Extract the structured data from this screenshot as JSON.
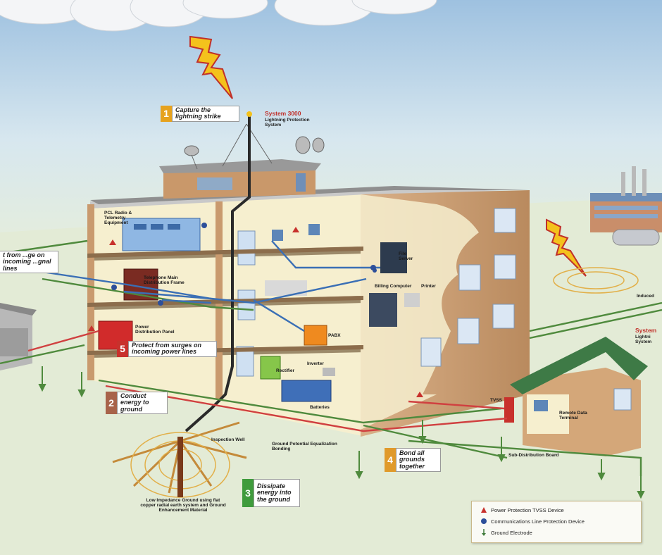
{
  "system": {
    "name": "System 3000",
    "subtitle": "Lightning Protection System",
    "name_right": "System",
    "subtitle_right": "Lightni System"
  },
  "steps": [
    {
      "num": "1",
      "text": "Capture the lightning strike",
      "color": "#e6a21e"
    },
    {
      "num": "2",
      "text": "Conduct energy to ground",
      "color": "#a8634a"
    },
    {
      "num": "3",
      "text": "Dissipate energy into the ground",
      "color": "#3f9b3c"
    },
    {
      "num": "4",
      "text": "Bond all grounds together",
      "color": "#e09a2b"
    },
    {
      "num": "5",
      "text": "Protect from surges on incoming power lines",
      "color": "#c8312c"
    }
  ],
  "partial_callout": "t from ...ge on incoming ...gnal lines",
  "equipment": {
    "pcl": "PCL Radio & Telemetry Equipment",
    "telephone": "Telephone Main Distribution Frame",
    "power_dist": "Power Distribution Panel",
    "file_server": "File Server",
    "billing": "Billing Computer",
    "printer": "Printer",
    "pabx": "PABX",
    "inverter": "Inverter",
    "rectifier": "Rectifier",
    "batteries": "Batteries",
    "tvss": "TVSS",
    "remote": "Remote Data Terminal",
    "subdist": "Sub-Distribution Board",
    "induced": "Induced"
  },
  "ground": {
    "inspection": "Inspection Well",
    "equalization": "Ground Potential Equalization Bonding",
    "low_impedance": "Low Impedance Ground using flat copper radial earth system and Ground Enhancement Material"
  },
  "legend": [
    {
      "symbol": "triangle",
      "text": "Power Protection TVSS Device",
      "color": "#c8312c"
    },
    {
      "symbol": "circle",
      "text": "Communications Line Protection Device",
      "color": "#2d4f9a"
    },
    {
      "symbol": "arrow",
      "text": "Ground Electrode",
      "color": "#3f7a3a"
    }
  ],
  "colors": {
    "sky_top": "#a9c9e4",
    "ground": "#dfe9d0",
    "building": "#c99a6e",
    "ground_wire": "#4f8a3d",
    "power_wire": "#d04040",
    "comm_wire": "#3a6fb5"
  }
}
